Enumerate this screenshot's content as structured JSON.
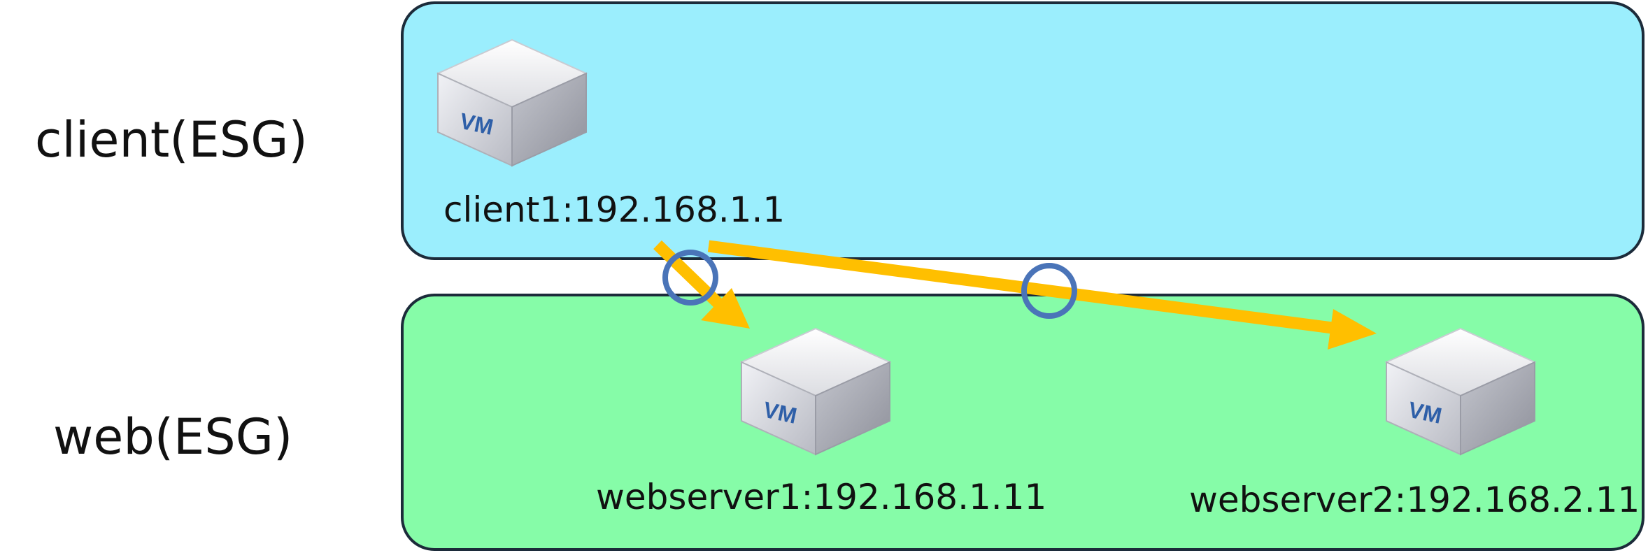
{
  "groups": [
    {
      "label": "client(ESG)",
      "color": "#9beefd"
    },
    {
      "label": "web(ESG)",
      "color": "#86fca8"
    }
  ],
  "vms": [
    {
      "icon_text": "VM",
      "label": "client1:192.168.1.1"
    },
    {
      "icon_text": "VM",
      "label": "webserver1:192.168.1.11"
    },
    {
      "icon_text": "VM",
      "label": "webserver2:192.168.2.11"
    }
  ],
  "connections": [
    {
      "from": "client1",
      "to": "webserver1",
      "allowed": true,
      "arrow_color": "#ffbf00",
      "marker_color": "#4a74b8"
    },
    {
      "from": "client1",
      "to": "webserver2",
      "allowed": true,
      "arrow_color": "#ffbf00",
      "marker_color": "#4a74b8"
    }
  ]
}
